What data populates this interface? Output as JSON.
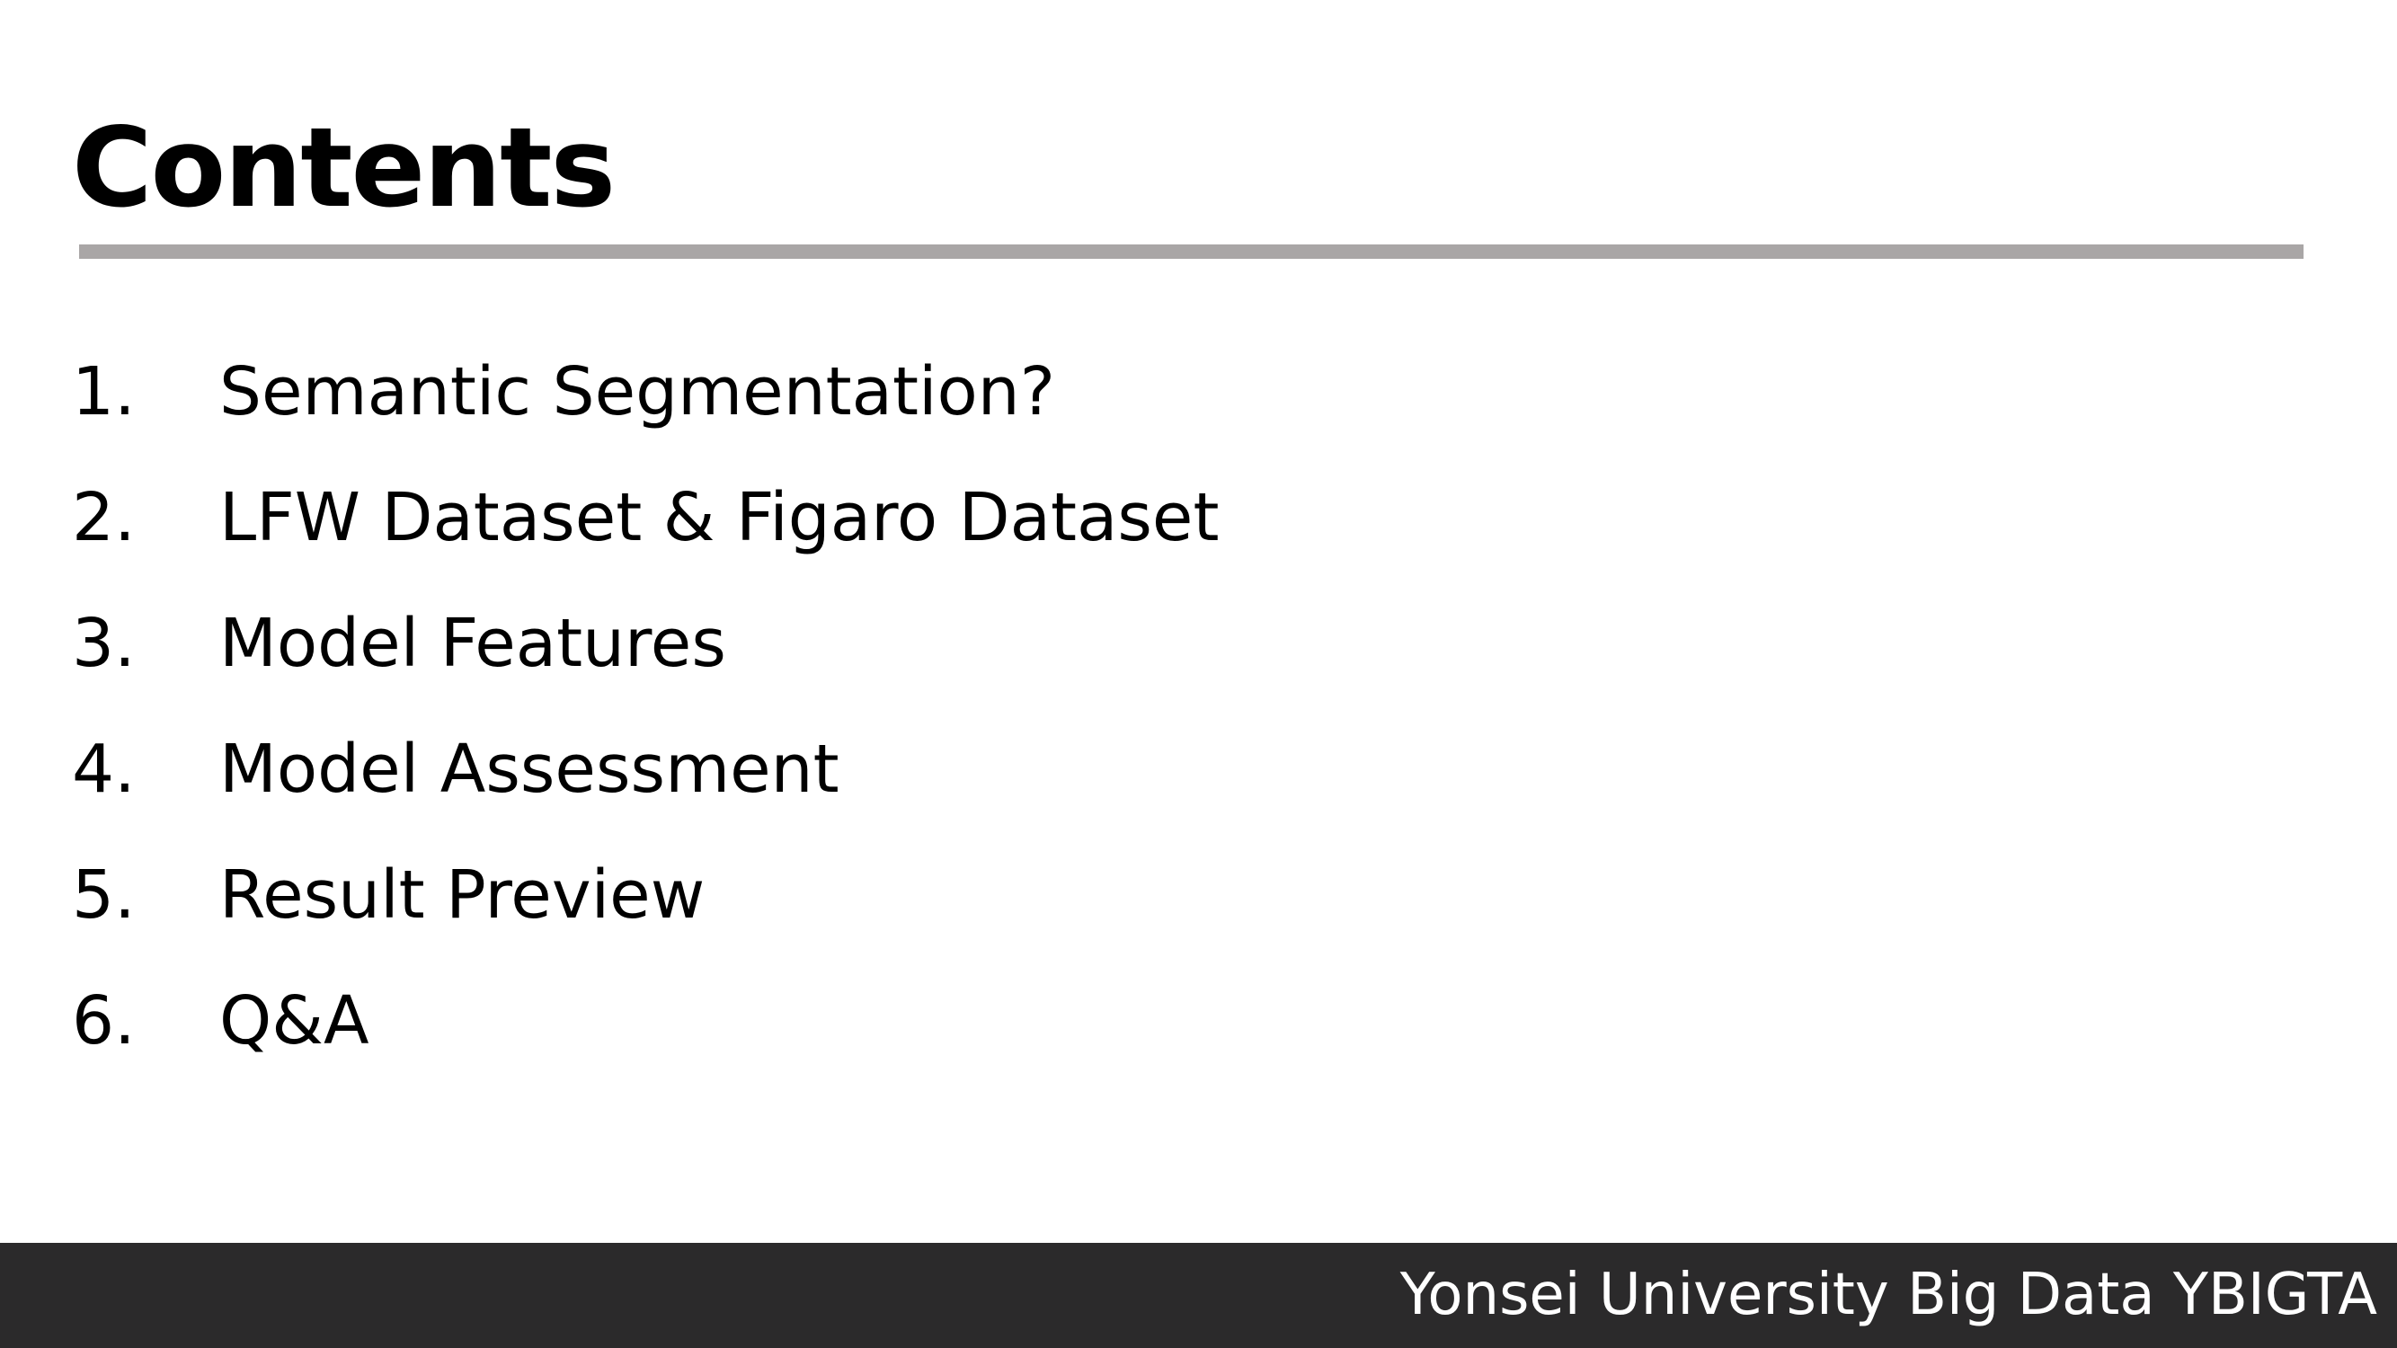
{
  "slide": {
    "title": "Contents",
    "items": [
      {
        "number": "1.",
        "label": "Semantic Segmentation?"
      },
      {
        "number": "2.",
        "label": "LFW Dataset & Figaro Dataset"
      },
      {
        "number": "3.",
        "label": "Model Features"
      },
      {
        "number": "4.",
        "label": "Model Assessment"
      },
      {
        "number": "5.",
        "label": "Result Preview"
      },
      {
        "number": "6.",
        "label": "Q&A"
      }
    ]
  },
  "footer": {
    "text": "Yonsei University Big Data YBIGTA"
  },
  "colors": {
    "rule": "#a9a6a6",
    "footer_background": "#2b2a2b",
    "footer_text": "#ffffff"
  }
}
